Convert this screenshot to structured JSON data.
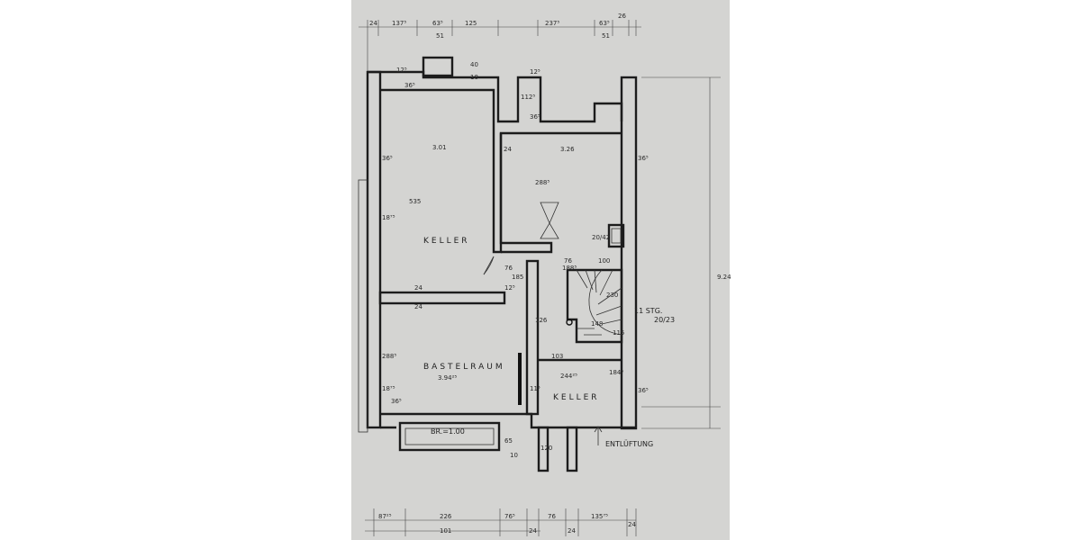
{
  "dims_top": {
    "d24a": "24",
    "d137": "137⁵",
    "d63a": "63⁵",
    "d51a": "51",
    "d125": "125",
    "d237": "237⁵",
    "d63b": "63⁵",
    "d51b": "51",
    "d26": "26"
  },
  "dims_bottom": {
    "d87": "87²⁵",
    "d226": "226",
    "d101": "101",
    "d76a": "76⁵",
    "d24b": "24",
    "d76b": "76",
    "d24c": "24",
    "d135": "135⁷⁵",
    "d24d": "24"
  },
  "dims_interior": {
    "d12": "12⁵",
    "d40": "40",
    "d10": "10",
    "d36a": "36⁵",
    "d112": "112⁵",
    "d36b": "36⁵",
    "d301": "3.01",
    "d24e": "24",
    "d326": "3.26",
    "d36c": "36⁵",
    "d36d": "36⁵",
    "d535": "535",
    "d1875a": "18⁷⁵",
    "d288a": "288⁵",
    "d76c": "76",
    "d188a": "188⁵",
    "d100": "100",
    "d24f": "24",
    "d24g": "24",
    "d12b": "12⁵",
    "d76d": "76",
    "d185": "185",
    "d126": "126",
    "d230": "230",
    "d148": "148",
    "d115": "115",
    "d288b": "288⁵",
    "d103": "103",
    "d244": "244²⁵",
    "d184": "184⁵",
    "d1875b": "18⁷⁵",
    "d11": "11⁵",
    "d36e": "36⁵",
    "d36f": "36⁵",
    "d20": "20/42",
    "d924": "9.24",
    "d125b": "12⁵",
    "d65": "65",
    "d10b": "10",
    "d120": "120",
    "d394": "3.94²⁵"
  },
  "rooms": {
    "keller_top": "KELLER",
    "bastelraum": "BASTELRAUM",
    "keller_small": "KELLER"
  },
  "labels": {
    "window": "BR.=1.00",
    "stairs": "11 STG.",
    "stairs_ratio": "20/23",
    "ventilation": "ENTLÜFTUNG"
  }
}
